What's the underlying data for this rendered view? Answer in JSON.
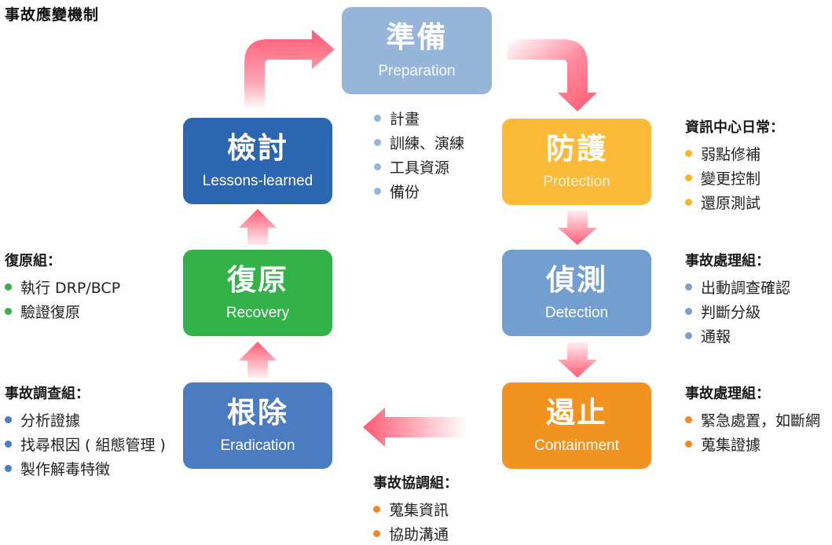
{
  "title": "事故應變機制",
  "colors": {
    "arrow": "#ff5a73",
    "preparation": "#97b5d9",
    "protection": "#fbba38",
    "detection": "#729fcf",
    "containment": "#f3931f",
    "eradication": "#4b7cc2",
    "recovery": "#34b24a",
    "lessons": "#2c66b0",
    "dot_blue": "#7f9fca",
    "dot_yellow": "#f7b52c",
    "dot_orange": "#f08a24",
    "dot_green": "#37b04b"
  },
  "stages": {
    "preparation": {
      "zh": "準備",
      "en": "Preparation"
    },
    "protection": {
      "zh": "防護",
      "en": "Protection"
    },
    "detection": {
      "zh": "偵測",
      "en": "Detection"
    },
    "containment": {
      "zh": "遏止",
      "en": "Containment"
    },
    "eradication": {
      "zh": "根除",
      "en": "Eradication"
    },
    "recovery": {
      "zh": "復原",
      "en": "Recovery"
    },
    "lessons": {
      "zh": "檢討",
      "en": "Lessons-learned"
    }
  },
  "notes": {
    "preparation": {
      "items": [
        "計畫",
        "訓練、演練",
        "工具資源",
        "備份"
      ]
    },
    "protection": {
      "heading": "資訊中心日常：",
      "items": [
        "弱點修補",
        "變更控制",
        "還原測試"
      ]
    },
    "detection": {
      "heading": "事故處理組：",
      "items": [
        "出動調查確認",
        "判斷分級",
        "通報"
      ]
    },
    "containment": {
      "heading": "事故處理組：",
      "items": [
        "緊急處置，如斷網",
        "蒐集證據"
      ]
    },
    "coordination": {
      "heading": "事故協調組：",
      "items": [
        "蒐集資訊",
        "協助溝通"
      ]
    },
    "eradication": {
      "heading": "事故調查組：",
      "items": [
        "分析證據",
        "找尋根因 ( 組態管理 )",
        "製作解毒特徵"
      ]
    },
    "recovery": {
      "heading": "復原組：",
      "items": [
        "執行 DRP/BCP",
        "驗證復原"
      ]
    }
  }
}
